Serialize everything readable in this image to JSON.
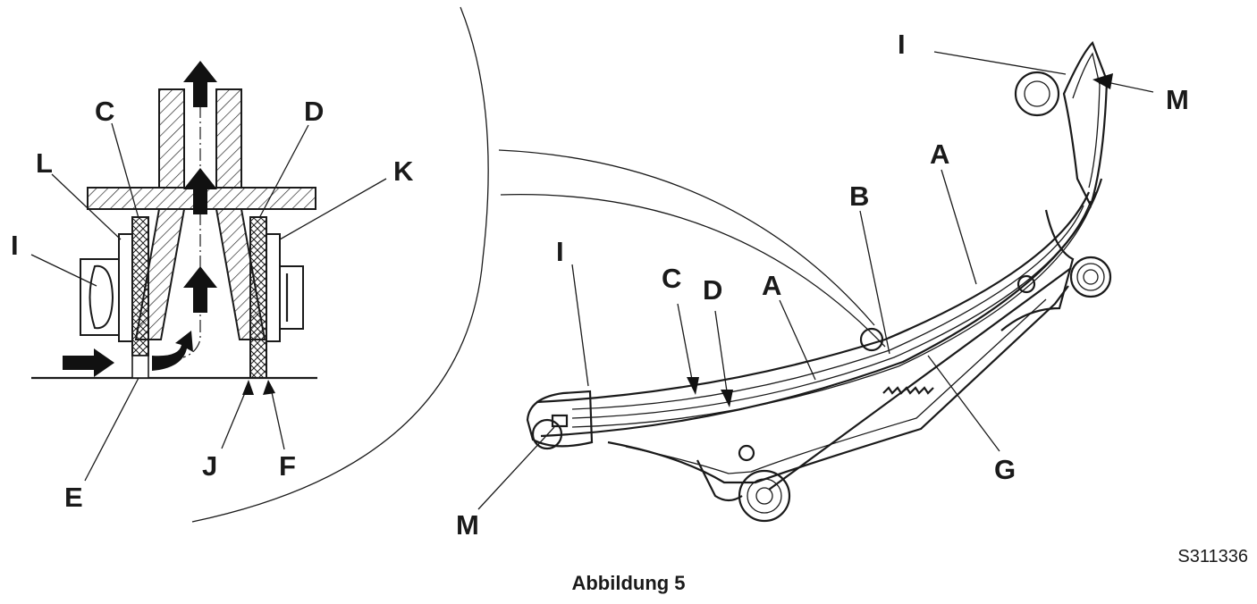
{
  "figure": {
    "caption": "Abbildung 5",
    "code": "S311336"
  },
  "left_view": {
    "labels": {
      "C": "C",
      "D": "D",
      "L": "L",
      "K": "K",
      "I": "I",
      "E": "E",
      "J": "J",
      "F": "F"
    }
  },
  "right_view": {
    "labels": {
      "I_top": "I",
      "M_top": "M",
      "A_upper": "A",
      "B": "B",
      "I_left": "I",
      "C": "C",
      "D": "D",
      "A_lower": "A",
      "G": "G",
      "M_bottom": "M"
    }
  },
  "colors": {
    "ink": "#1a1a1a",
    "background": "#ffffff"
  }
}
